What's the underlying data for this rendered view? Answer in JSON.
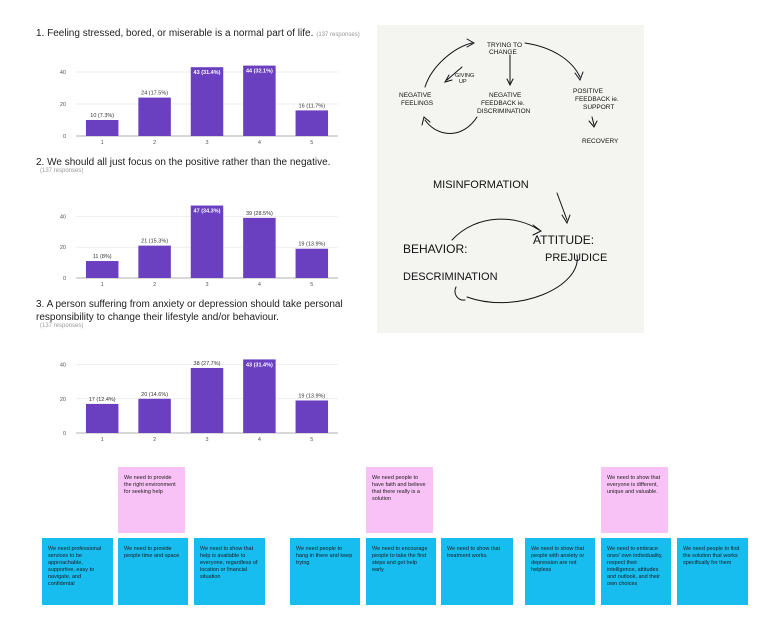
{
  "charts": [
    {
      "title": "1. Feeling stressed, bored, or miserable is a normal part of life.",
      "responses": "(137 responses)",
      "chart_data": {
        "type": "bar",
        "categories": [
          "1",
          "2",
          "3",
          "4",
          "5"
        ],
        "values": [
          10,
          24,
          43,
          44,
          16
        ],
        "data_labels": [
          "10 (7.3%)",
          "24 (17.5%)",
          "43 (31.4%)",
          "44 (32.1%)",
          "16 (11.7%)"
        ],
        "yticks": [
          "0",
          "20",
          "40"
        ],
        "ylim": [
          0,
          45
        ],
        "bar_color": "#6a3fc0"
      }
    },
    {
      "title": "2. We should all just focus on the positive rather than the negative.",
      "responses": "(137 responses)",
      "chart_data": {
        "type": "bar",
        "categories": [
          "1",
          "2",
          "3",
          "4",
          "5"
        ],
        "values": [
          11,
          21,
          47,
          39,
          19
        ],
        "data_labels": [
          "11 (8%)",
          "21 (15.3%)",
          "47 (34.3%)",
          "39 (28.5%)",
          "19 (13.9%)"
        ],
        "yticks": [
          "0",
          "20",
          "40"
        ],
        "ylim": [
          0,
          48
        ],
        "bar_color": "#6a3fc0"
      }
    },
    {
      "title": "3. A person suffering from anxiety or depression should take personal responsibility to change their lifestyle and/or behaviour.",
      "responses": "(137 responses)",
      "chart_data": {
        "type": "bar",
        "categories": [
          "1",
          "2",
          "3",
          "4",
          "5"
        ],
        "values": [
          17,
          20,
          38,
          43,
          19
        ],
        "data_labels": [
          "17 (12.4%)",
          "20 (14.6%)",
          "38 (27.7%)",
          "43 (31.4%)",
          "19 (13.9%)"
        ],
        "yticks": [
          "0",
          "20",
          "40"
        ],
        "ylim": [
          0,
          45
        ],
        "bar_color": "#6a3fc0"
      }
    }
  ],
  "sketch": {
    "trying": "TRYING TO",
    "change": "CHANGE",
    "giving": "GIVING",
    "up": "UP",
    "negative_feelings_1": "NEGATIVE",
    "negative_feelings_2": "FEELINGS",
    "neg_fb_1": "NEGATIVE",
    "neg_fb_2": "FEEDBACK ie.",
    "neg_fb_3": "DISCRIMINATION",
    "pos_fb_1": "POSITIVE",
    "pos_fb_2": "FEEDBACK ie.",
    "pos_fb_3": "SUPPORT",
    "recovery": "RECOVERY",
    "misinformation": "MISINFORMATION",
    "attitude": "ATTITUDE:",
    "prejudice": "PREJUDICE",
    "behavior": "BEHAVIOR:",
    "descrimination": "DESCRIMINATION"
  },
  "notes": {
    "pink": [
      "We need to provide the right environment for seeking help",
      "We need people to have faith and believe that there really is a solution",
      "We need to show that everyone is different, unique and valuable."
    ],
    "blue": [
      "We need professional services to be approachable, supportive, easy to navigate, and confidental",
      "We need to provide people time and space",
      "We need to show that help is available to everyone, regardless of location or financial situation",
      "We need people to hang in there and keep trying",
      "We need to encourage people to take the first steps and get help early",
      "We need to show that treatment works.",
      "We need to show that people with anxiety or depression are not helpless",
      "We need to embrace ones' own individuality, respect their intelligence, attitudes and outlook, and their own choices",
      "We need people to find the solution that works specifically for them"
    ]
  }
}
